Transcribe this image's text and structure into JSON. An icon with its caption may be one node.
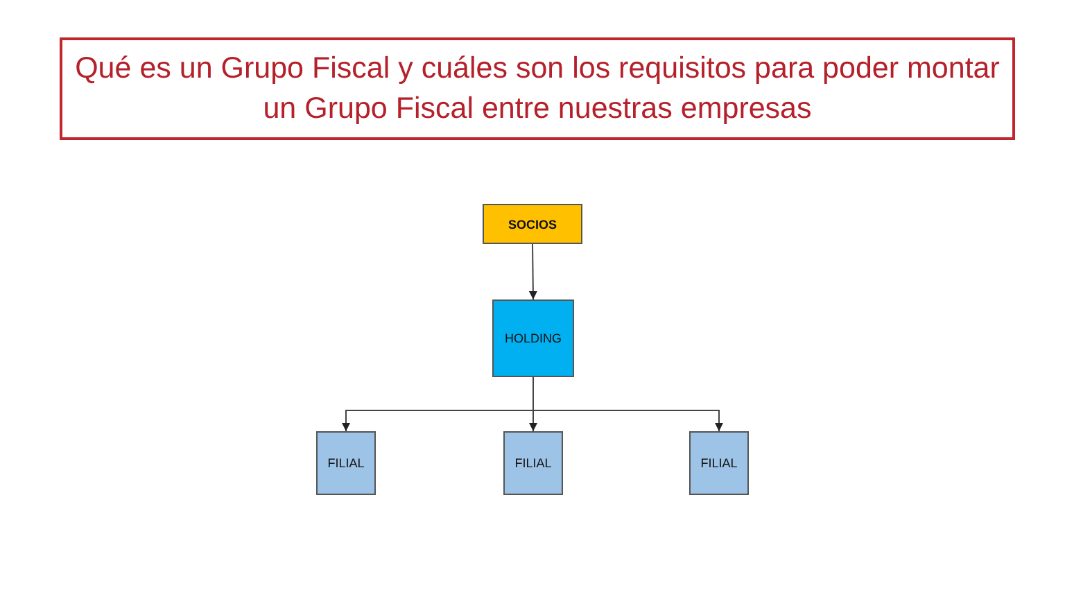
{
  "diagram": {
    "title": "Qué es un Grupo Fiscal y cuáles son los requisitos para poder montar un Grupo Fiscal entre nuestras empresas",
    "nodes": [
      {
        "text": [
          "SOCIOS"
        ]
      },
      {
        "text": [
          "HOLDING"
        ]
      },
      {
        "text": [
          "FILIAL"
        ]
      },
      {
        "text": [
          "FILIAL"
        ]
      },
      {
        "text": [
          "FILIAL"
        ]
      }
    ],
    "edges": [
      {
        "from": 0,
        "to": 1,
        "arrow": "to"
      },
      {
        "from": 1,
        "to": 2,
        "arrow": "to"
      },
      {
        "from": 1,
        "to": 3,
        "arrow": "to"
      },
      {
        "from": 1,
        "to": 4,
        "arrow": "to"
      }
    ]
  }
}
